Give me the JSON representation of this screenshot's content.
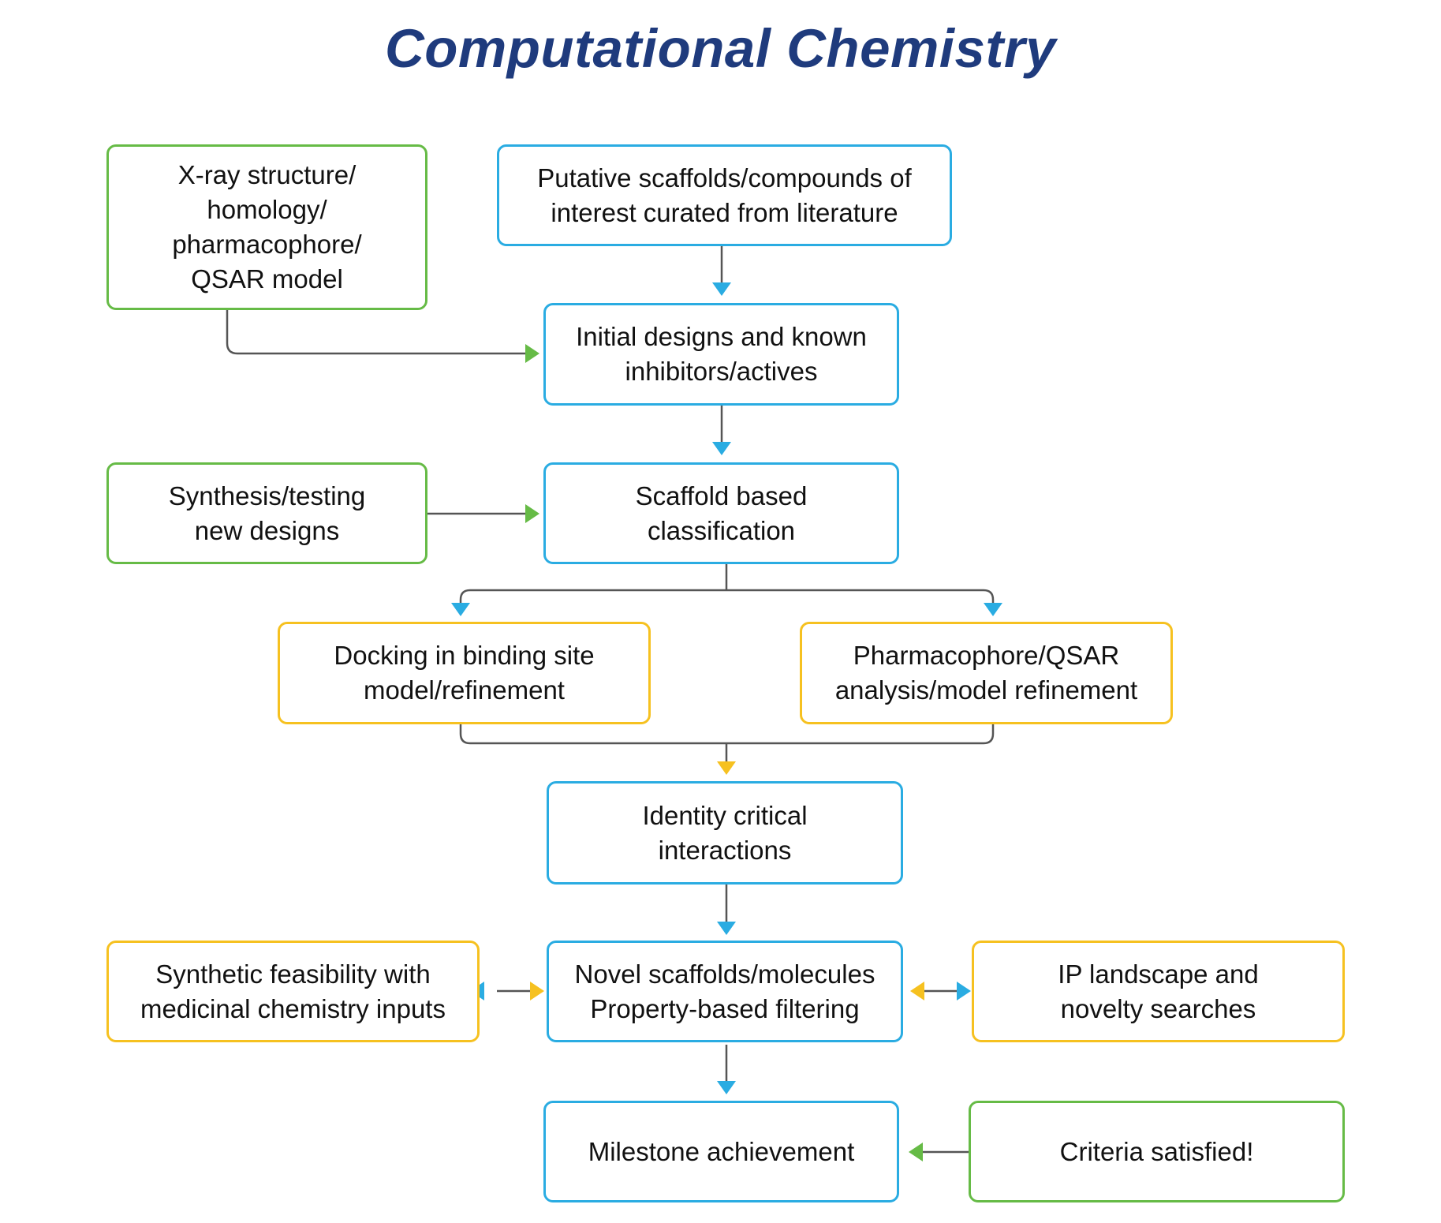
{
  "title": "Computational Chemistry",
  "colors": {
    "title": "#1f3b7d",
    "blue": "#2aace2",
    "green": "#66bb46",
    "yellow": "#f6c120",
    "line": "#555555"
  },
  "nodes": {
    "xray": "X-ray structure/\nhomology/\npharmacophore/\nQSAR model",
    "putative": "Putative scaffolds/compounds of\ninterest curated from literature",
    "initial": "Initial designs and known\ninhibitors/actives",
    "synthesis": "Synthesis/testing\nnew designs",
    "scaffold": "Scaffold based\nclassification",
    "docking": "Docking in binding site\nmodel/refinement",
    "pharmacophore": "Pharmacophore/QSAR\nanalysis/model refinement",
    "identity": "Identity critical\ninteractions",
    "feasibility": "Synthetic feasibility with\nmedicinal chemistry inputs",
    "novel": "Novel scaffolds/molecules\nProperty-based filtering",
    "ip": "IP landscape and\nnovelty searches",
    "milestone": "Milestone achievement",
    "criteria": "Criteria satisfied!"
  }
}
